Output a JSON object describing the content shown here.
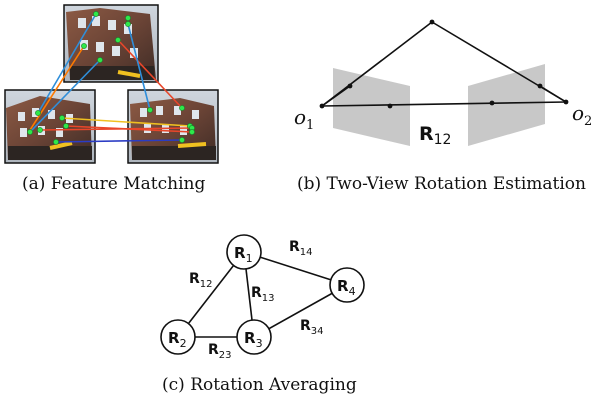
{
  "panels": {
    "a": {
      "caption": "(a) Feature Matching"
    },
    "b": {
      "caption": "(b) Two-View Rotation Estimation",
      "o1": {
        "letter": "o",
        "sub": "1"
      },
      "o2": {
        "letter": "o",
        "sub": "2"
      },
      "R": {
        "letter": "R",
        "sub": "12"
      }
    },
    "c": {
      "caption": "(c) Rotation Averaging",
      "nodes": [
        {
          "id": "R1",
          "letter": "R",
          "sub": "1"
        },
        {
          "id": "R2",
          "letter": "R",
          "sub": "2"
        },
        {
          "id": "R3",
          "letter": "R",
          "sub": "3"
        },
        {
          "id": "R4",
          "letter": "R",
          "sub": "4"
        }
      ],
      "edges": [
        {
          "from": "R1",
          "to": "R2",
          "letter": "R",
          "sub": "12"
        },
        {
          "from": "R1",
          "to": "R3",
          "letter": "R",
          "sub": "13"
        },
        {
          "from": "R1",
          "to": "R4",
          "letter": "R",
          "sub": "14"
        },
        {
          "from": "R2",
          "to": "R3",
          "letter": "R",
          "sub": "23"
        },
        {
          "from": "R3",
          "to": "R4",
          "letter": "R",
          "sub": "34"
        }
      ]
    }
  },
  "colors": {
    "match_lines": [
      "#e8462a",
      "#2f8ed9",
      "#f0c020",
      "#2b3cc4",
      "#ff7a00"
    ],
    "keypoint": "#2ee84a",
    "image_plane": "#c8c8c8"
  }
}
